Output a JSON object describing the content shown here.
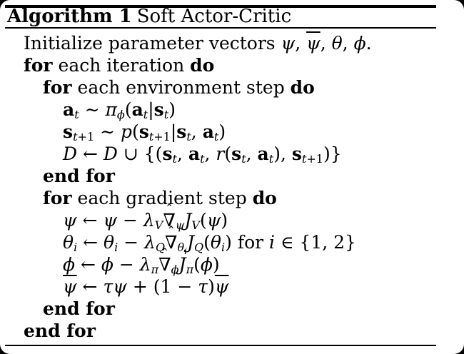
{
  "page": {
    "title_bold": "Algorithm 1",
    "title_rest": "Soft Actor-Critic"
  },
  "colors": {
    "text": "#000000",
    "page_background": "#ffffff",
    "frame": "#000000"
  },
  "algorithm": {
    "hat_mark": "ˆ",
    "lines": [
      {
        "indent": 1,
        "segments": [
          {
            "t": "Initialize parameter vectors ",
            "s": "rm"
          },
          {
            "t": "ψ",
            "s": "it"
          },
          {
            "t": ", ",
            "s": "rm"
          },
          {
            "t": "ψ",
            "s": "bar"
          },
          {
            "t": ", ",
            "s": "rm"
          },
          {
            "t": "θ",
            "s": "it"
          },
          {
            "t": ", ",
            "s": "rm"
          },
          {
            "t": "ϕ",
            "s": "it"
          },
          {
            "t": ".",
            "s": "rm"
          }
        ]
      },
      {
        "indent": 1,
        "segments": [
          {
            "t": "for",
            "s": "bf"
          },
          {
            "t": " each iteration ",
            "s": "rm"
          },
          {
            "t": "do",
            "s": "bf"
          }
        ]
      },
      {
        "indent": 2,
        "segments": [
          {
            "t": "for",
            "s": "bf"
          },
          {
            "t": " each environment step ",
            "s": "rm"
          },
          {
            "t": "do",
            "s": "bf"
          }
        ]
      },
      {
        "indent": 3,
        "segments": [
          {
            "t": "a",
            "s": "mbf"
          },
          {
            "t": "t",
            "s": "sub"
          },
          {
            "t": " ∼ ",
            "s": "rm"
          },
          {
            "t": "π",
            "s": "it"
          },
          {
            "t": "ϕ",
            "s": "sub"
          },
          {
            "t": "(",
            "s": "rm"
          },
          {
            "t": "a",
            "s": "mbf"
          },
          {
            "t": "t",
            "s": "sub"
          },
          {
            "t": "|",
            "s": "rm"
          },
          {
            "t": "s",
            "s": "mbf"
          },
          {
            "t": "t",
            "s": "sub"
          },
          {
            "t": ")",
            "s": "rm"
          }
        ]
      },
      {
        "indent": 3,
        "segments": [
          {
            "t": "s",
            "s": "mbf"
          },
          {
            "t": "t",
            "s": "sub"
          },
          {
            "t": "+1",
            "s": "subrm"
          },
          {
            "t": " ∼ ",
            "s": "rm"
          },
          {
            "t": "p",
            "s": "it"
          },
          {
            "t": "(",
            "s": "rm"
          },
          {
            "t": "s",
            "s": "mbf"
          },
          {
            "t": "t",
            "s": "sub"
          },
          {
            "t": "+1",
            "s": "subrm"
          },
          {
            "t": "|",
            "s": "rm"
          },
          {
            "t": "s",
            "s": "mbf"
          },
          {
            "t": "t",
            "s": "sub"
          },
          {
            "t": ", ",
            "s": "rm"
          },
          {
            "t": "a",
            "s": "mbf"
          },
          {
            "t": "t",
            "s": "sub"
          },
          {
            "t": ")",
            "s": "rm"
          }
        ]
      },
      {
        "indent": 3,
        "segments": [
          {
            "t": "D",
            "s": "cal"
          },
          {
            "t": " ← ",
            "s": "rm"
          },
          {
            "t": "D",
            "s": "cal"
          },
          {
            "t": " ∪ {(",
            "s": "rm"
          },
          {
            "t": "s",
            "s": "mbf"
          },
          {
            "t": "t",
            "s": "sub"
          },
          {
            "t": ", ",
            "s": "rm"
          },
          {
            "t": "a",
            "s": "mbf"
          },
          {
            "t": "t",
            "s": "sub"
          },
          {
            "t": ", ",
            "s": "rm"
          },
          {
            "t": "r",
            "s": "it"
          },
          {
            "t": "(",
            "s": "rm"
          },
          {
            "t": "s",
            "s": "mbf"
          },
          {
            "t": "t",
            "s": "sub"
          },
          {
            "t": ", ",
            "s": "rm"
          },
          {
            "t": "a",
            "s": "mbf"
          },
          {
            "t": "t",
            "s": "sub"
          },
          {
            "t": "), ",
            "s": "rm"
          },
          {
            "t": "s",
            "s": "mbf"
          },
          {
            "t": "t",
            "s": "sub"
          },
          {
            "t": "+1",
            "s": "subrm"
          },
          {
            "t": ")}",
            "s": "rm"
          }
        ]
      },
      {
        "indent": 2,
        "segments": [
          {
            "t": "end for",
            "s": "bf"
          }
        ]
      },
      {
        "indent": 2,
        "segments": [
          {
            "t": "for",
            "s": "bf"
          },
          {
            "t": " each gradient step ",
            "s": "rm"
          },
          {
            "t": "do",
            "s": "bf"
          }
        ]
      },
      {
        "indent": 3,
        "segments": [
          {
            "t": "ψ",
            "s": "it"
          },
          {
            "t": " ← ",
            "s": "rm"
          },
          {
            "t": "ψ",
            "s": "it"
          },
          {
            "t": " − ",
            "s": "rm"
          },
          {
            "t": "λ",
            "s": "it"
          },
          {
            "t": "V",
            "s": "sub"
          },
          {
            "t": "∇",
            "s": "hat"
          },
          {
            "t": "ψ",
            "s": "sub"
          },
          {
            "t": "J",
            "s": "it"
          },
          {
            "t": "V",
            "s": "sub"
          },
          {
            "t": "(",
            "s": "rm"
          },
          {
            "t": "ψ",
            "s": "it"
          },
          {
            "t": ")",
            "s": "rm"
          }
        ]
      },
      {
        "indent": 3,
        "segments": [
          {
            "t": "θ",
            "s": "it"
          },
          {
            "t": "i",
            "s": "sub"
          },
          {
            "t": " ← ",
            "s": "rm"
          },
          {
            "t": "θ",
            "s": "it"
          },
          {
            "t": "i",
            "s": "sub"
          },
          {
            "t": " − ",
            "s": "rm"
          },
          {
            "t": "λ",
            "s": "it"
          },
          {
            "t": "Q",
            "s": "sub"
          },
          {
            "t": "∇",
            "s": "hat"
          },
          {
            "t": "θ",
            "s": "sub"
          },
          {
            "t": "i",
            "s": "subsub"
          },
          {
            "t": "J",
            "s": "it"
          },
          {
            "t": "Q",
            "s": "sub"
          },
          {
            "t": "(",
            "s": "rm"
          },
          {
            "t": "θ",
            "s": "it"
          },
          {
            "t": "i",
            "s": "sub"
          },
          {
            "t": ") for ",
            "s": "rm"
          },
          {
            "t": "i",
            "s": "it"
          },
          {
            "t": " ∈ {1, 2}",
            "s": "rm"
          }
        ]
      },
      {
        "indent": 3,
        "segments": [
          {
            "t": "ϕ",
            "s": "it"
          },
          {
            "t": " ← ",
            "s": "rm"
          },
          {
            "t": "ϕ",
            "s": "it"
          },
          {
            "t": " − ",
            "s": "rm"
          },
          {
            "t": "λ",
            "s": "it"
          },
          {
            "t": "π",
            "s": "sub"
          },
          {
            "t": "∇",
            "s": "hat"
          },
          {
            "t": "ϕ",
            "s": "sub"
          },
          {
            "t": "J",
            "s": "it"
          },
          {
            "t": "π",
            "s": "sub"
          },
          {
            "t": "(",
            "s": "rm"
          },
          {
            "t": "ϕ",
            "s": "it"
          },
          {
            "t": ")",
            "s": "rm"
          }
        ]
      },
      {
        "indent": 3,
        "segments": [
          {
            "t": "ψ",
            "s": "bar"
          },
          {
            "t": " ← ",
            "s": "rm"
          },
          {
            "t": "τ",
            "s": "it"
          },
          {
            "t": "ψ",
            "s": "it"
          },
          {
            "t": " + (1 − ",
            "s": "rm"
          },
          {
            "t": "τ",
            "s": "it"
          },
          {
            "t": ")",
            "s": "rm"
          },
          {
            "t": "ψ",
            "s": "bar"
          }
        ]
      },
      {
        "indent": 2,
        "segments": [
          {
            "t": "end for",
            "s": "bf"
          }
        ]
      },
      {
        "indent": 1,
        "segments": [
          {
            "t": "end for",
            "s": "bf"
          }
        ]
      }
    ]
  }
}
